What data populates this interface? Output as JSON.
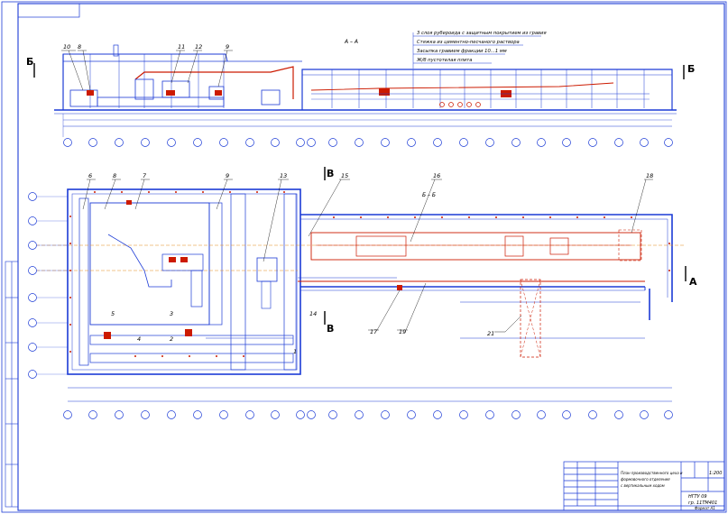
{
  "drawing": {
    "notes": [
      "3 слоя рубероида с защитным покрытием из гравия",
      "Стяжка из цементно-песчаного раствора",
      "Засыпка гравием фракции 10…1 мм",
      "Ж/б пустотелая плита"
    ],
    "section_aa": "А – А",
    "section_bb": "Б – Б",
    "section_letter_b": "Б",
    "section_letter_a": "А",
    "section_letter_v": "В",
    "callouts_top": [
      "10",
      "8",
      "11",
      "12",
      "9"
    ],
    "callouts_plan": [
      "6",
      "8",
      "7",
      "9",
      "13",
      "15",
      "16",
      "18",
      "14",
      "5",
      "2",
      "3",
      "1",
      "4",
      "17",
      "19",
      "21"
    ],
    "title_block": {
      "title_line1": "План производственного цеха и",
      "title_line2": "формовочного отделения",
      "title_line3": "с вертикальным ходом",
      "scale": "1:200",
      "code": "НГТУ 09",
      "group": "гр. 11ТМ401",
      "sheet_label": "Формат А1"
    }
  },
  "colors": {
    "line": "#1c3bd6",
    "equipment": "#cc1a00",
    "axis": "#e38b18",
    "text": "#000000"
  }
}
